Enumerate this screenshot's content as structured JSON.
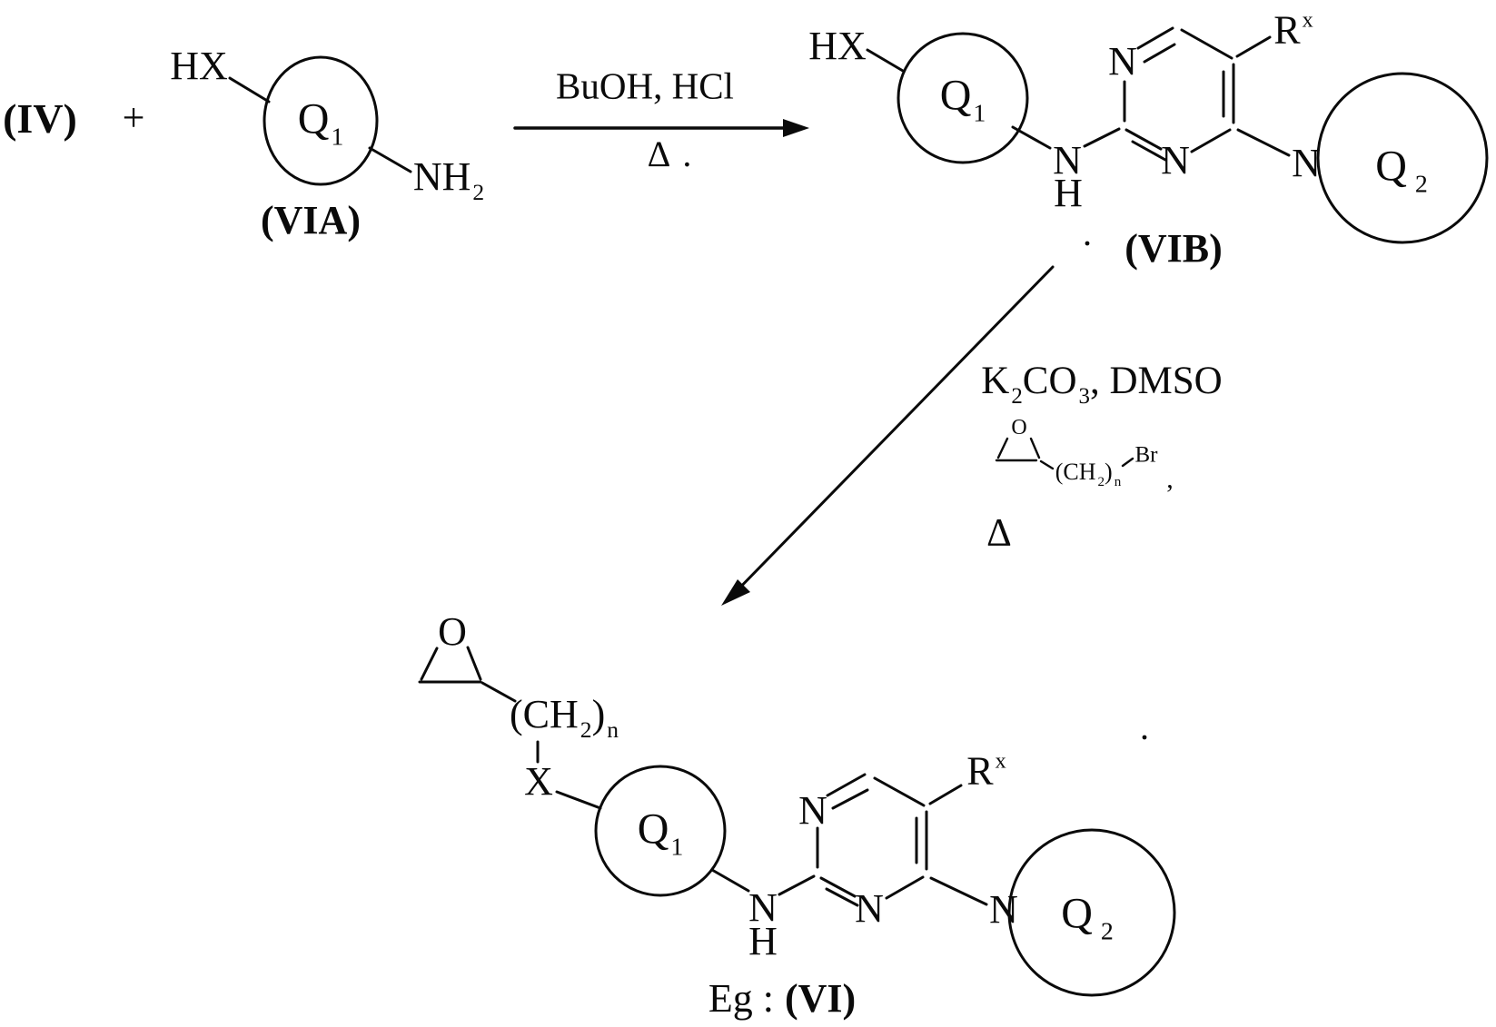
{
  "scheme": {
    "reactant_left": {
      "label": "(IV)",
      "plus": "+"
    },
    "via": {
      "hx": "HX",
      "q1": {
        "base": "Q",
        "sub": "1"
      },
      "nh2": {
        "base": "NH",
        "sub": "2"
      },
      "label": "(VIA)"
    },
    "step1": {
      "reagents": "BuOH, HCl",
      "delta": "Δ",
      "period": "."
    },
    "vib": {
      "hx": "HX",
      "q1": {
        "base": "Q",
        "sub": "1"
      },
      "nh": {
        "n": "N",
        "h": "H"
      },
      "ring": {
        "n_top": "N",
        "n_bottom": "N"
      },
      "rx": {
        "base": "R",
        "sup": "x"
      },
      "amine_n": "N",
      "q2": {
        "base": "Q",
        "sub": "2"
      },
      "label": "(VIB)"
    },
    "step2": {
      "base_solvent": {
        "k": "K",
        "k_sub": "2",
        "co": "CO",
        "co_sub": "3",
        "tail": ", DMSO"
      },
      "epibromide": {
        "o": "O",
        "ch2": {
          "open": "(CH",
          "sub": "2",
          "close": ")",
          "n": "n"
        },
        "br": "Br",
        "comma": ","
      },
      "delta": "Δ"
    },
    "vi": {
      "o": "O",
      "ch2": {
        "open": "(CH",
        "sub": "2",
        "close": ")",
        "n": "n"
      },
      "x": "X",
      "q1": {
        "base": "Q",
        "sub": "1"
      },
      "nh": {
        "n": "N",
        "h": "H"
      },
      "ring": {
        "n_top": "N",
        "n_bottom": "N"
      },
      "rx": {
        "base": "R",
        "sup": "x"
      },
      "amine_n": "N",
      "q2": {
        "base": "Q",
        "sub": "2"
      },
      "label_prefix": "Eg :",
      "label": "(VI)"
    }
  }
}
